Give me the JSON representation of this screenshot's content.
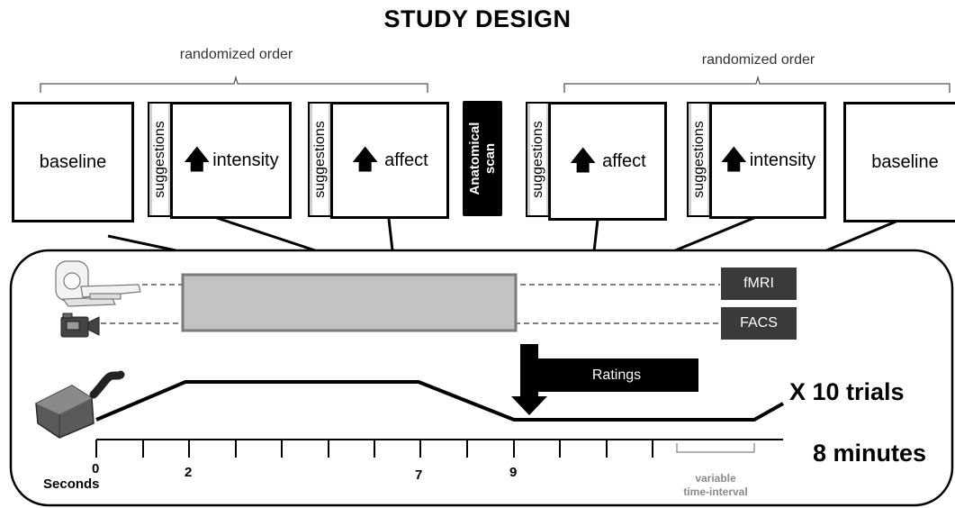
{
  "title": "STUDY DESIGN",
  "randomized_left": "randomized order",
  "randomized_right": "randomized order",
  "blocks": {
    "baseline_left": "baseline",
    "intensity_left": "intensity",
    "affect_left": "affect",
    "anatomical": "Anatomical scan",
    "affect_right": "affect",
    "intensity_right": "intensity",
    "baseline_right": "baseline"
  },
  "suggestions": "suggestions",
  "tags": {
    "fmri": "fMRI",
    "facs": "FACS"
  },
  "ratings": "Ratings",
  "trials": "X 10 trials",
  "duration": "8 minutes",
  "timeline": {
    "ticks": [
      "0",
      "2",
      "7",
      "9"
    ],
    "unit": "Seconds",
    "variable_line1": "variable",
    "variable_line2": "time-interval"
  }
}
